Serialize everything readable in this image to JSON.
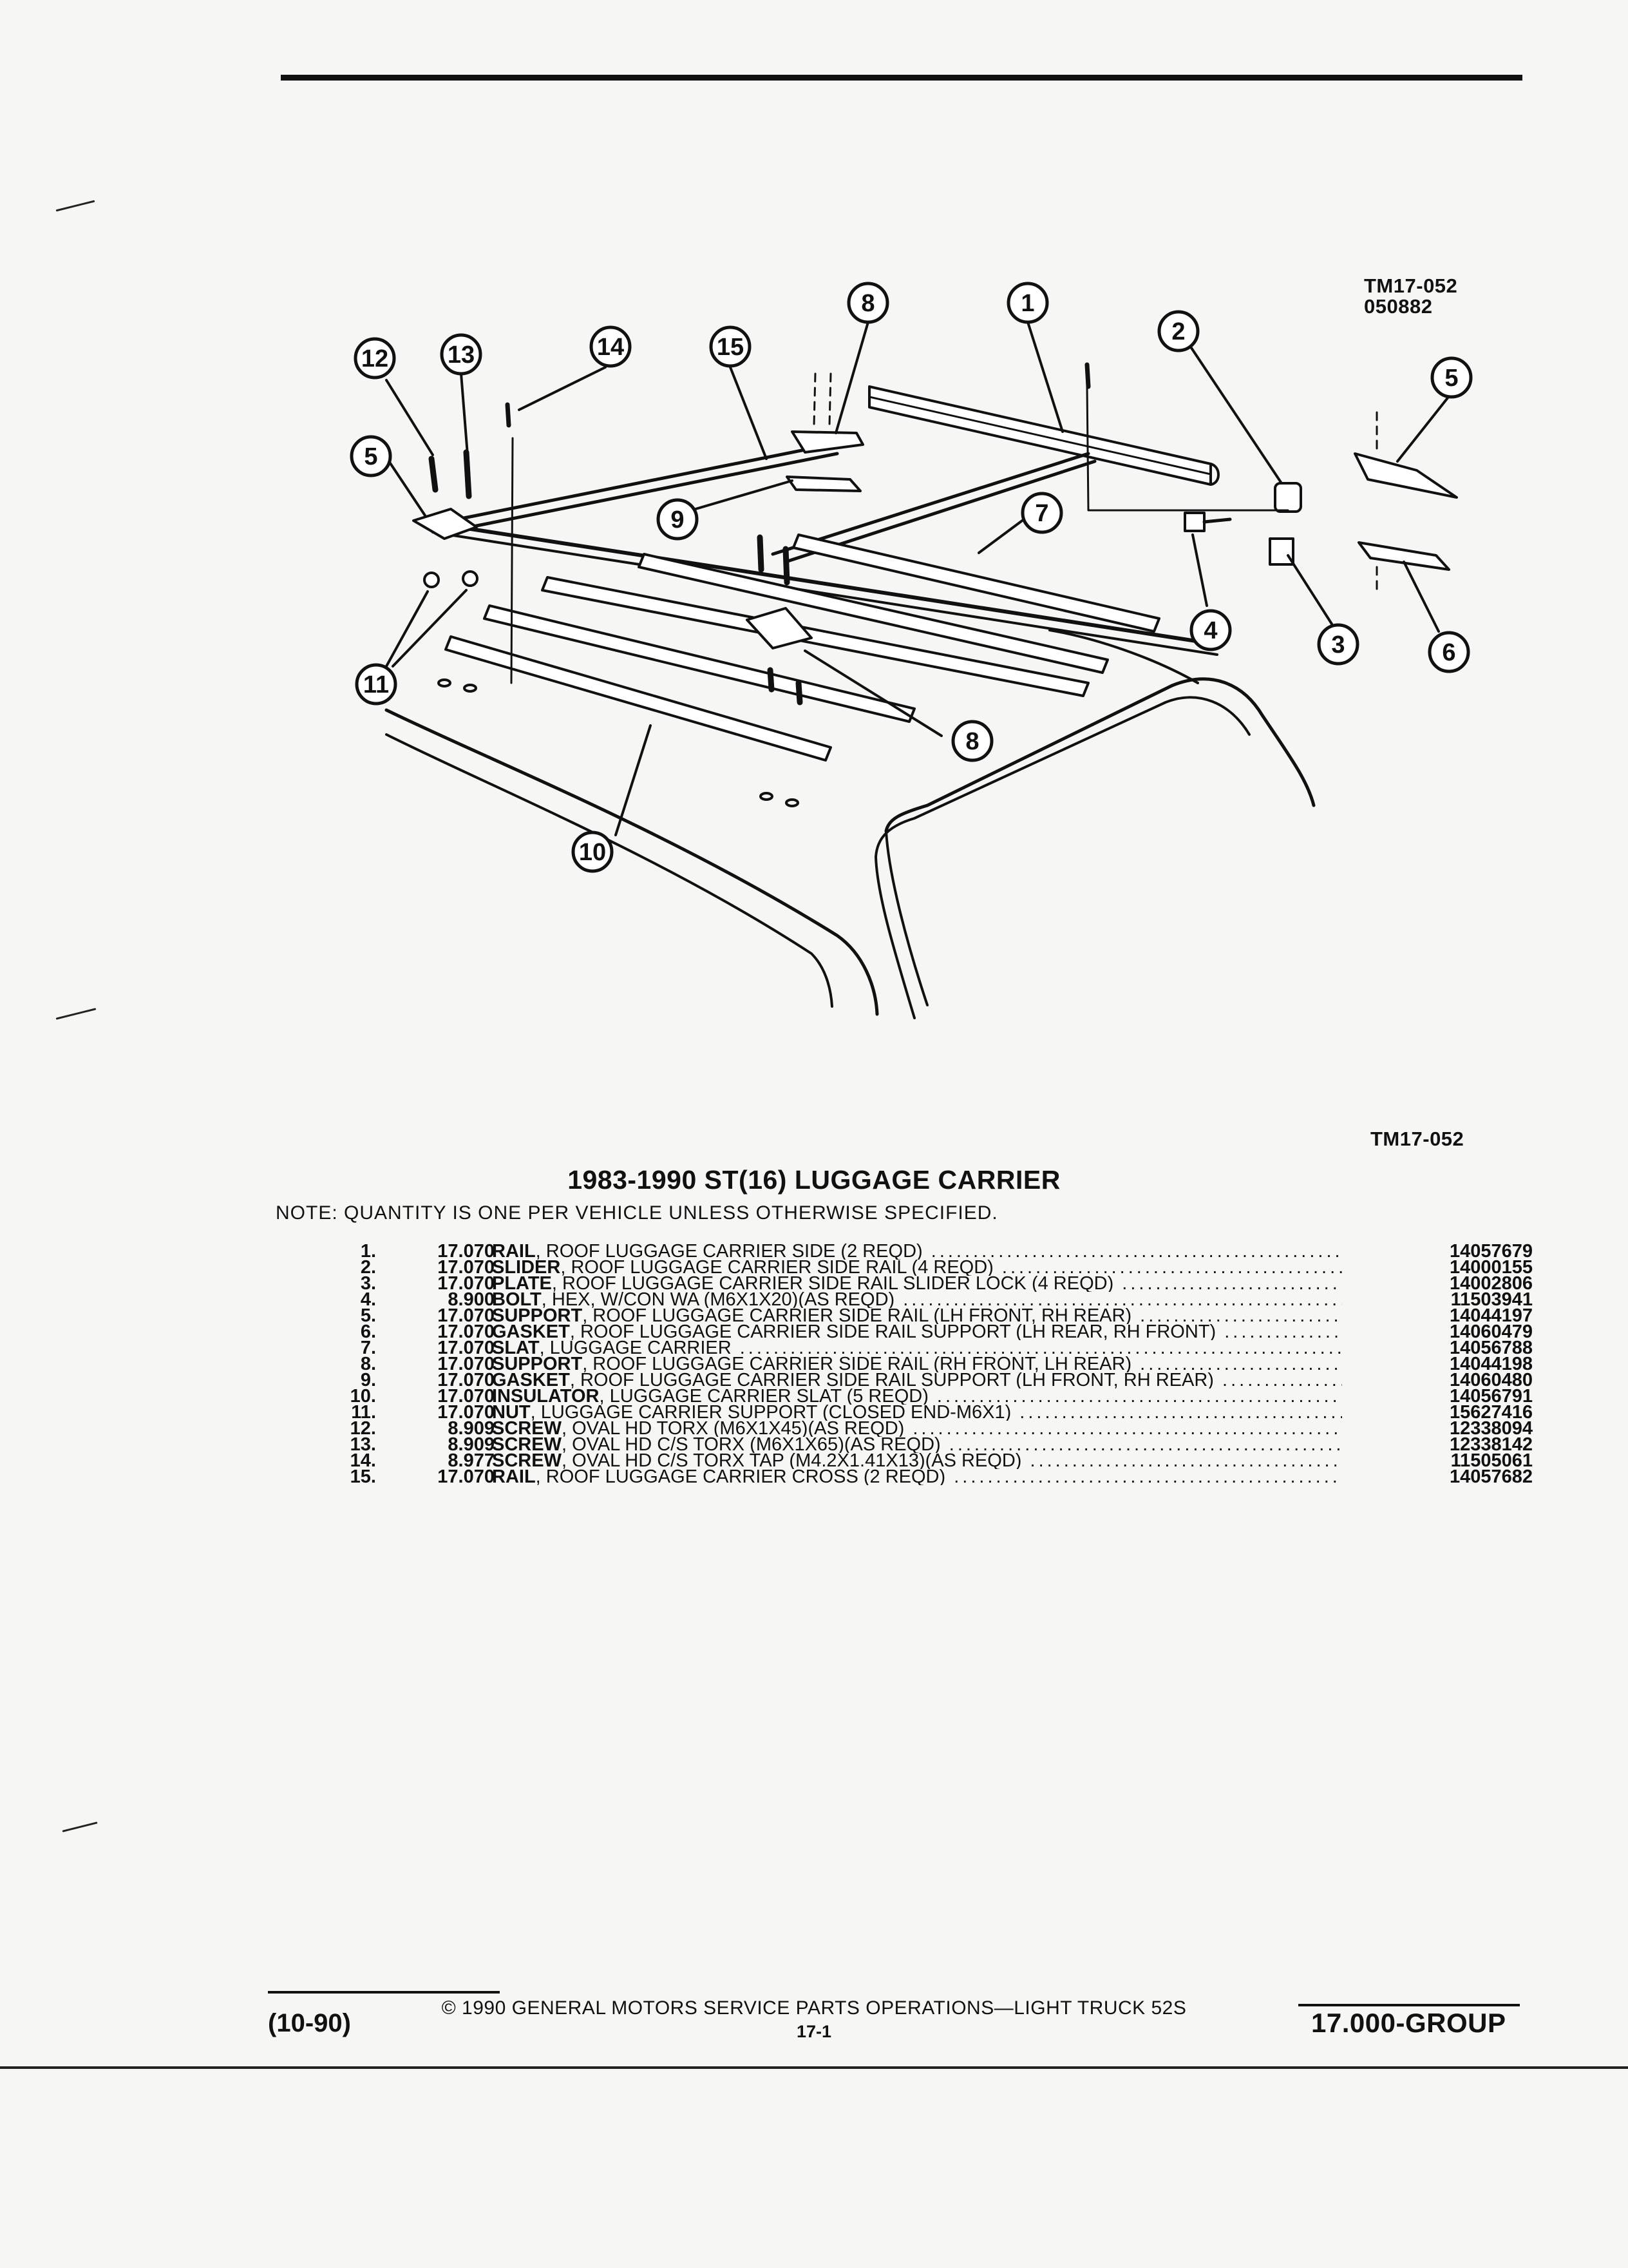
{
  "illustration": {
    "tm_code_top_line1": "TM17-052",
    "tm_code_top_line2": "050882",
    "tm_code_bottom": "TM17-052",
    "callouts": [
      "1",
      "2",
      "3",
      "4",
      "5",
      "5",
      "6",
      "7",
      "8",
      "8",
      "9",
      "10",
      "11",
      "12",
      "13",
      "14",
      "15"
    ]
  },
  "title": "1983-1990 ST(16) LUGGAGE CARRIER",
  "note": "NOTE: QUANTITY IS ONE PER VEHICLE UNLESS OTHERWISE SPECIFIED.",
  "parts": [
    {
      "num": "1.",
      "group": "17.070",
      "name": "RAIL",
      "desc": ", ROOF LUGGAGE CARRIER SIDE (2 REQD)",
      "pn": "14057679"
    },
    {
      "num": "2.",
      "group": "17.070",
      "name": "SLIDER",
      "desc": ", ROOF LUGGAGE CARRIER SIDE RAIL (4 REQD)",
      "pn": "14000155"
    },
    {
      "num": "3.",
      "group": "17.070",
      "name": "PLATE",
      "desc": ", ROOF LUGGAGE CARRIER SIDE RAIL SLIDER LOCK (4 REQD)",
      "pn": "14002806"
    },
    {
      "num": "4.",
      "group": "8.900",
      "name": "BOLT",
      "desc": ", HEX, W/CON WA (M6X1X20)(AS REQD)",
      "pn": "11503941"
    },
    {
      "num": "5.",
      "group": "17.070",
      "name": "SUPPORT",
      "desc": ", ROOF LUGGAGE CARRIER SIDE RAIL (LH FRONT, RH REAR)",
      "pn": "14044197"
    },
    {
      "num": "6.",
      "group": "17.070",
      "name": "GASKET",
      "desc": ", ROOF LUGGAGE CARRIER SIDE RAIL SUPPORT (LH REAR, RH FRONT)",
      "pn": "14060479"
    },
    {
      "num": "7.",
      "group": "17.070",
      "name": "SLAT",
      "desc": ", LUGGAGE CARRIER",
      "pn": "14056788"
    },
    {
      "num": "8.",
      "group": "17.070",
      "name": "SUPPORT",
      "desc": ", ROOF LUGGAGE CARRIER SIDE RAIL (RH FRONT, LH REAR)",
      "pn": "14044198"
    },
    {
      "num": "9.",
      "group": "17.070",
      "name": "GASKET",
      "desc": ", ROOF LUGGAGE CARRIER SIDE RAIL SUPPORT (LH FRONT, RH REAR)",
      "pn": "14060480"
    },
    {
      "num": "10.",
      "group": "17.070",
      "name": "INSULATOR",
      "desc": ", LUGGAGE CARRIER SLAT (5 REQD)",
      "pn": "14056791"
    },
    {
      "num": "11.",
      "group": "17.070",
      "name": "NUT",
      "desc": ", LUGGAGE CARRIER SUPPORT (CLOSED END-M6X1)",
      "pn": "15627416"
    },
    {
      "num": "12.",
      "group": "8.909",
      "name": "SCREW",
      "desc": ", OVAL HD TORX (M6X1X45)(AS REQD)",
      "pn": "12338094"
    },
    {
      "num": "13.",
      "group": "8.909",
      "name": "SCREW",
      "desc": ", OVAL HD C/S TORX (M6X1X65)(AS REQD)",
      "pn": "12338142"
    },
    {
      "num": "14.",
      "group": "8.977",
      "name": "SCREW",
      "desc": ", OVAL HD C/S TORX TAP (M4.2X1.41X13)(AS REQD)",
      "pn": "11505061"
    },
    {
      "num": "15.",
      "group": "17.070",
      "name": "RAIL",
      "desc": ", ROOF LUGGAGE CARRIER CROSS (2 REQD)",
      "pn": "14057682"
    }
  ],
  "footer": {
    "copyright": "© 1990 GENERAL MOTORS SERVICE PARTS OPERATIONS—LIGHT TRUCK 52S",
    "date": "(10-90)",
    "page": "17-1",
    "group": "17.000-GROUP"
  }
}
